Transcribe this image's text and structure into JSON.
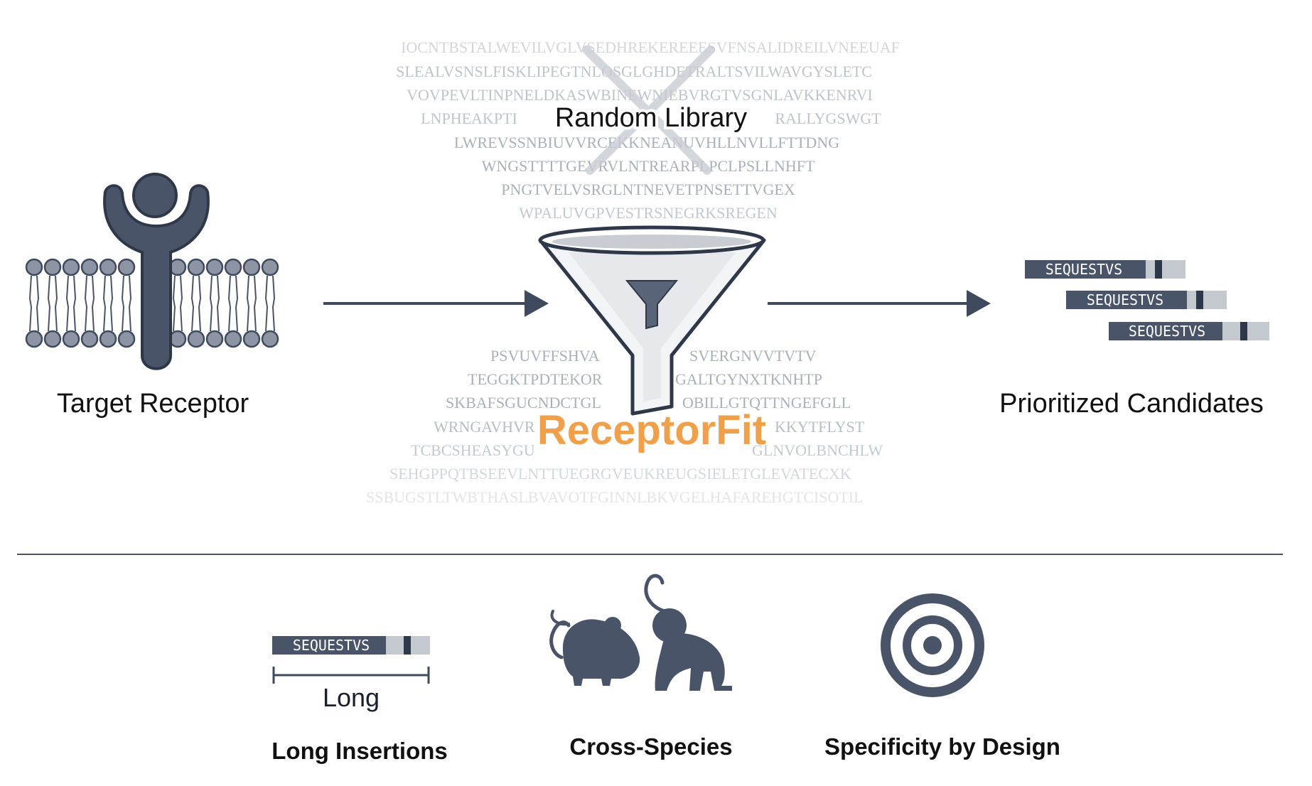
{
  "colors": {
    "ink": "#4a5468",
    "ink_dark": "#3f4a5e",
    "accent": "#f0a04b",
    "seq_light": "#c9ccd3",
    "seq_fade": "#e2e4e8",
    "tag_bg": "#4a5468",
    "tag_tail": "#c4c8cf"
  },
  "labels": {
    "receptor": "Target Receptor",
    "library": "Random Library",
    "brand": "ReceptorFit",
    "candidates": "Prioritized Candidates",
    "long_caption": "Long",
    "feature_long": "Long Insertions",
    "feature_species": "Cross-Species",
    "feature_specificity": "Specificity by Design"
  },
  "seq_tag": "SEQUESTVS",
  "library_top": [
    "IOCNTBSTALWEVILVGLVSEDHREKEREEESVFNSALIDREILVNEEUAF",
    "SLEALVSNSLFISKLIPEGTNLOSGLGHDETRALTSVILWAVGYSLETC",
    "VOVPEVLTINPNELDKASWBINEWNIEBVRGTVSGNLAVKKENRVI",
    "LNPHEAKPTI",
    "RALLYGSWGT",
    "LWREVSSNBIUVVRCEKKNEANUVHLLNVLLFTTDNG",
    "WNGSTTTTGEVRVLNTREARPLPCLPSLLNHFT",
    "PNGTVELVSRGLNTNEVETPNSETTVGEX",
    "WPALUVGPVESTRSNEGRKSREGEN"
  ],
  "library_bottom": [
    "PSVUVFFSHVA",
    "SVERGNVVTVTV",
    "TEGGKTPDTEKOR",
    "GALTGYNXTKNHTP",
    "SKBAFSGUCNDCTGL",
    "OBILLGTQTTNGEFGLL",
    "WRNGAVHVR",
    "KKYTFLYST",
    "TCBCSHEASYGU",
    "GLNVOLBNCHLW",
    "SEHGPPQTBSEEVLNTTUEGRGVEUKREUGSIELETGLEVATECXK",
    "SSBUGSTLTWBTHASLBVAVOTFGINNLBKVGELHAFAREHGTCISOTIL"
  ]
}
